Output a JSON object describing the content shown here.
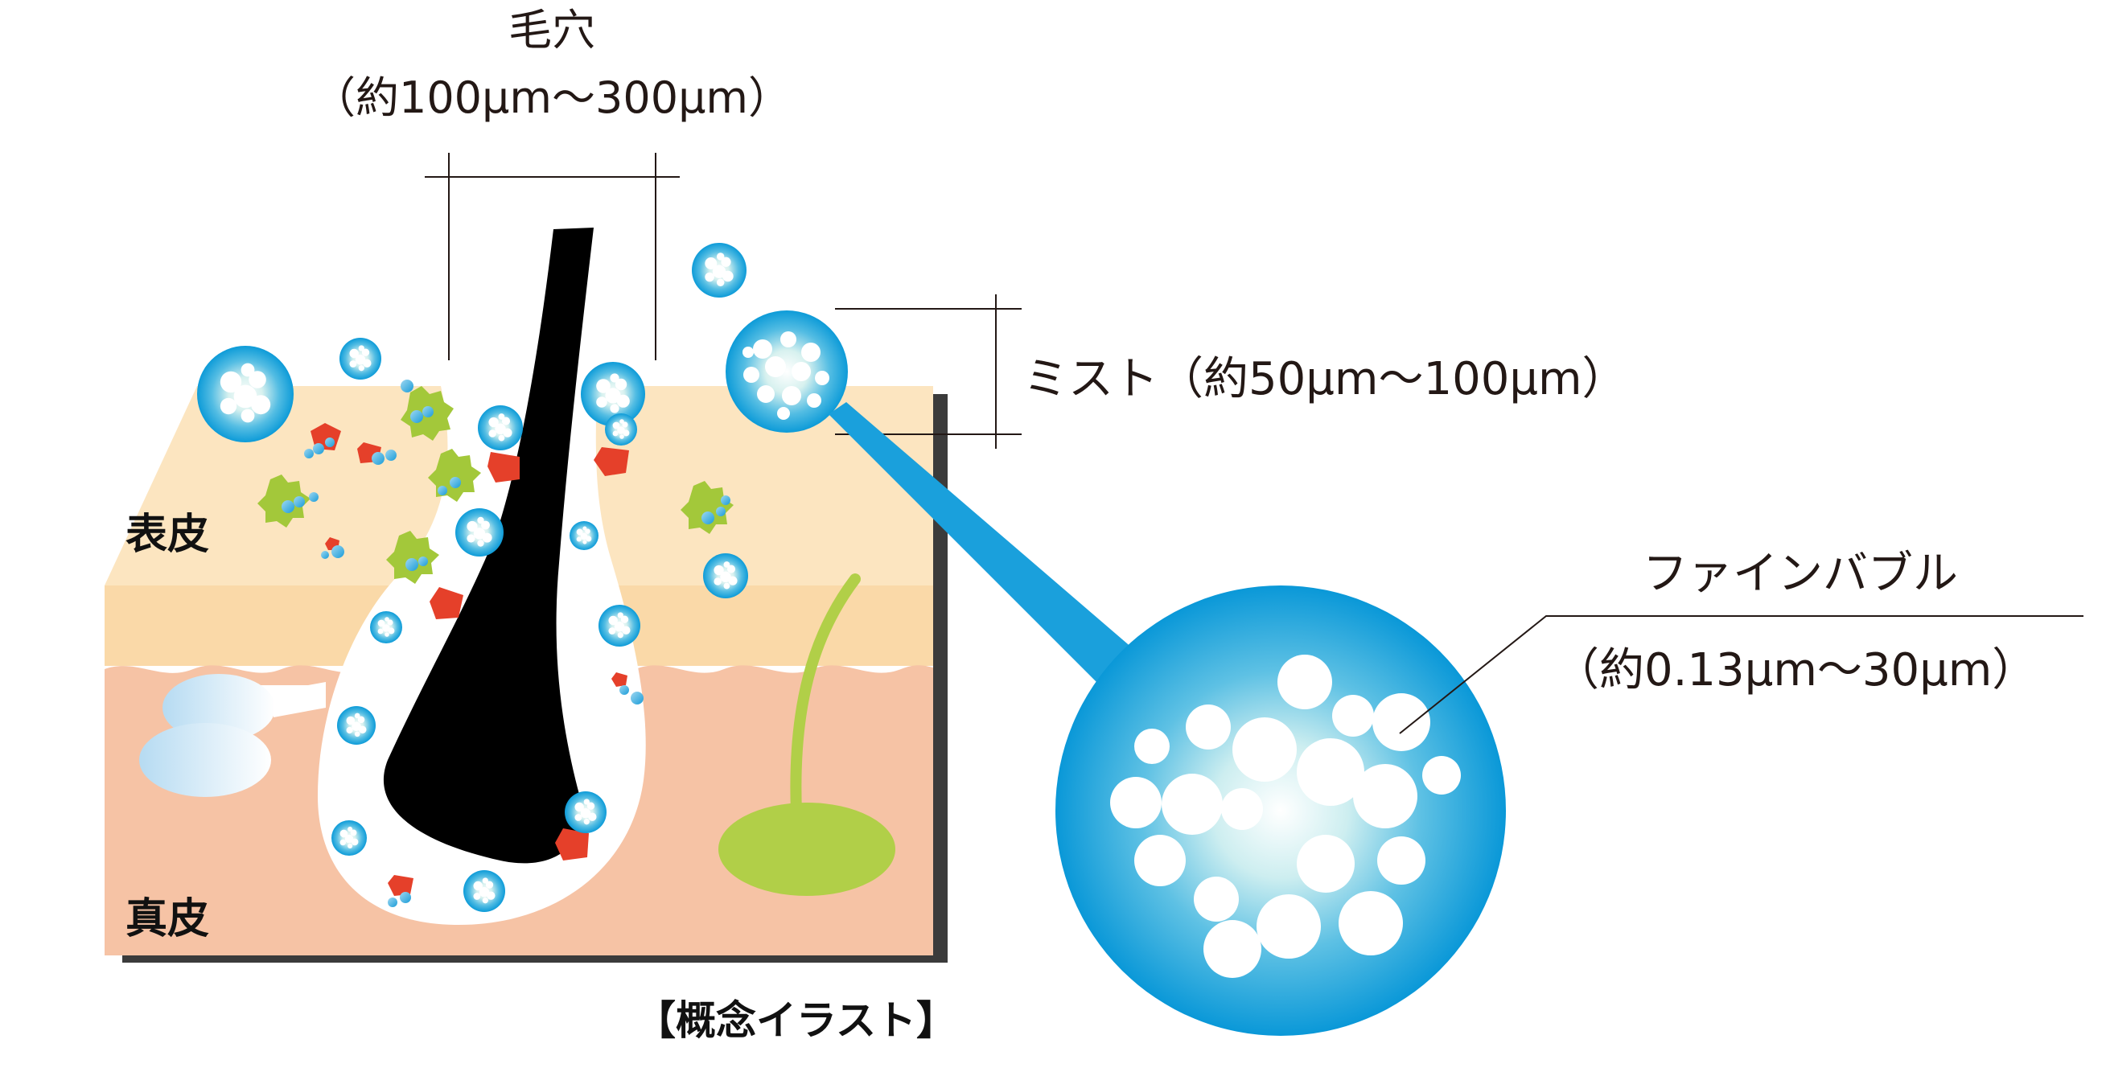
{
  "labels": {
    "pore_title": "毛穴",
    "pore_size": "（約100μm〜300μm）",
    "mist": "ミスト（約50μm〜100μm）",
    "fine_bubble_title": "ファインバブル",
    "fine_bubble_size": "（約0.13μm〜30μm）",
    "epidermis": "表皮",
    "dermis": "真皮",
    "caption": "【概念イラスト】"
  },
  "colors": {
    "epidermis": "#fbe3b8",
    "epidermis_top": "#fce7c2",
    "dermis": "#f7c4a5",
    "hair": "#000000",
    "bubble_blue": "#1ba1db",
    "dirt_red": "#e8412c",
    "dirt_green": "#9ec53b",
    "gland": "#b1cf48",
    "sweat": "#c8e3f4"
  }
}
